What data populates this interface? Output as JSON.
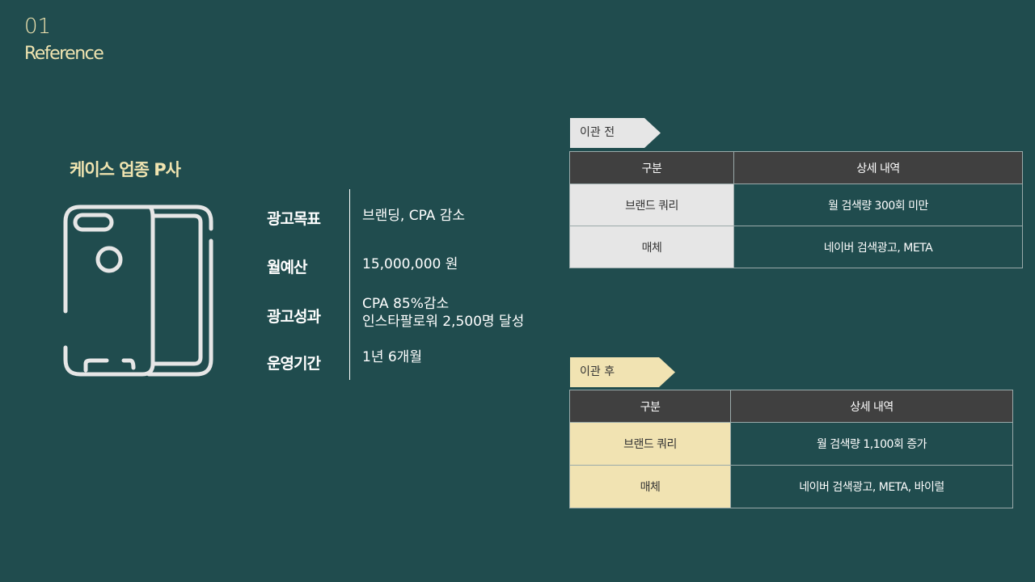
{
  "header": {
    "number": "01",
    "title": "Reference"
  },
  "case_title": "케이스 업종 P사",
  "icon": "phone-case-icon",
  "info": [
    {
      "label": "광고목표",
      "value": "브랜딩, CPA 감소"
    },
    {
      "label": "월예산",
      "value": "15,000,000 원"
    },
    {
      "label": "광고성과",
      "value": "CPA 85%감소",
      "value2": "인스타팔로워 2,500명 달성"
    },
    {
      "label": "운영기간",
      "value": "1년 6개월"
    }
  ],
  "before": {
    "tag": "이관 전",
    "headers": [
      "구분",
      "상세 내역"
    ],
    "rows": [
      [
        "브랜드 쿼리",
        "월 검색량 300회 미만"
      ],
      [
        "매체",
        "네이버 검색광고, META"
      ]
    ]
  },
  "after": {
    "tag": "이관 후",
    "headers": [
      "구분",
      "상세 내역"
    ],
    "rows": [
      [
        "브랜드 쿼리",
        "월 검색량 1,100회 증가"
      ],
      [
        "매체",
        "네이버 검색광고, META, 바이럴"
      ]
    ]
  },
  "colors": {
    "bg": "#204c4e",
    "accent": "#f0e4b0",
    "header": "#404040"
  }
}
